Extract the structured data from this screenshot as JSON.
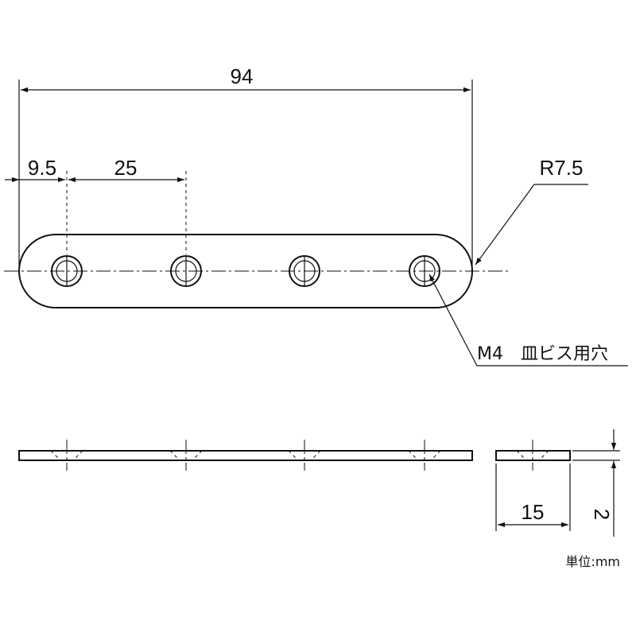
{
  "dimensions": {
    "overall_length": "94",
    "edge_to_first_hole": "9.5",
    "hole_pitch": "25",
    "end_radius": "R7.5",
    "width": "15",
    "thickness": "2"
  },
  "hole_note": "M4　皿ビス用穴",
  "unit_label": "単位:mm",
  "colors": {
    "line": "#111111",
    "background": "#ffffff"
  }
}
